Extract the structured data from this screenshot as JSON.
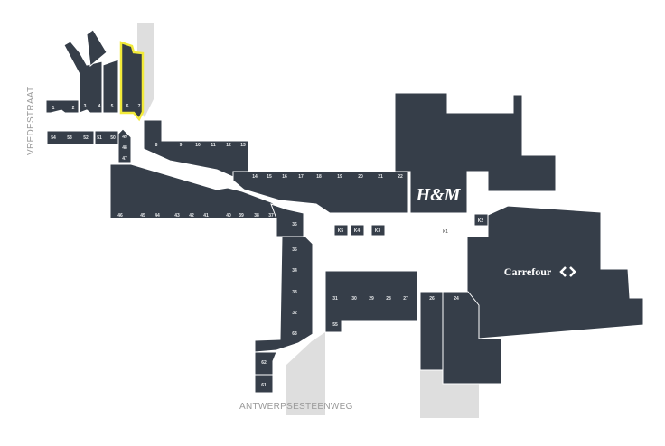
{
  "map": {
    "streets": {
      "west": "VREDESTRAAT",
      "south": "ANTWERPSESTEENWEG"
    },
    "anchors": {
      "hm": "H&M",
      "carrefour": "Carrefour"
    },
    "selected_unit": "6 7",
    "colors": {
      "unit": "#363e49",
      "highlight": "#f2ea3a",
      "walkway": "#dedede"
    },
    "units": [
      "1",
      "2",
      "3",
      "4",
      "5",
      "6",
      "7",
      "8",
      "9",
      "10",
      "11",
      "12",
      "13",
      "14",
      "15",
      "16",
      "17",
      "18",
      "19",
      "20",
      "21",
      "22",
      "24",
      "26",
      "27",
      "28",
      "29",
      "30",
      "31",
      "32",
      "33",
      "34",
      "35",
      "36",
      "37",
      "38",
      "39",
      "40",
      "41",
      "42",
      "43",
      "44",
      "45",
      "46",
      "47",
      "48",
      "49",
      "50",
      "51",
      "52",
      "53",
      "54",
      "55",
      "61",
      "62",
      "63",
      "K1",
      "K2",
      "K3",
      "K4",
      "K5"
    ]
  }
}
